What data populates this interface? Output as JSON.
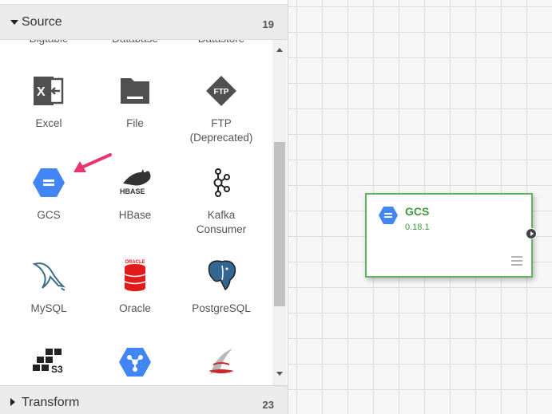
{
  "palette": {
    "source_group": {
      "title": "Source",
      "count": "19"
    },
    "transform_group": {
      "title": "Transform",
      "count": "23"
    },
    "plugins": {
      "cut_row": [
        "Bigtable",
        "Database",
        "Datastore"
      ],
      "excel": {
        "label": "Excel",
        "icon": "excel-icon"
      },
      "file": {
        "label": "File",
        "icon": "folder-icon"
      },
      "ftp": {
        "label": "FTP\n(Deprecated)",
        "icon": "ftp-icon",
        "icon_text": "FTP"
      },
      "gcs": {
        "label": "GCS",
        "icon": "gcs-icon"
      },
      "hbase": {
        "label": "HBase",
        "icon": "hbase-icon",
        "logo_text": "HBASE"
      },
      "kafka": {
        "label": "Kafka\nConsumer",
        "icon": "kafka-icon"
      },
      "mysql": {
        "label": "MySQL",
        "icon": "mysql-dolphin-icon"
      },
      "oracle": {
        "label": "Oracle",
        "icon": "oracle-database-icon",
        "logo_text": "ORACLE"
      },
      "postgresql": {
        "label": "PostgreSQL",
        "icon": "postgresql-elephant-icon"
      },
      "s3": {
        "icon": "s3-icon",
        "logo_text": "S3"
      },
      "pubsub": {
        "icon": "pubsub-icon"
      },
      "sqlserver": {
        "icon": "sqlserver-icon"
      }
    }
  },
  "canvas": {
    "node": {
      "title": "GCS",
      "version": "0.18.1"
    }
  },
  "colors": {
    "node_border": "#5fb55f",
    "node_text": "#3d9a3d",
    "gcp_blue": "#4285f4",
    "annotation_arrow": "#e8356b"
  }
}
